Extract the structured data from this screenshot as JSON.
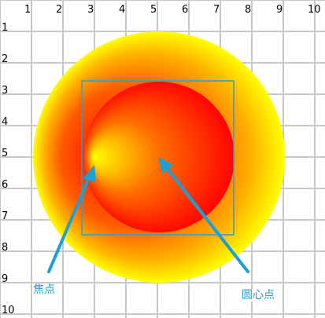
{
  "grid": {
    "x_numbers": [
      "1",
      "2",
      "3",
      "4",
      "5",
      "6",
      "7",
      "8",
      "9",
      "10"
    ],
    "y_numbers": [
      "1",
      "2",
      "3",
      "4",
      "5",
      "6",
      "7",
      "8",
      "9",
      "10"
    ]
  },
  "labels": {
    "focal_point": "焦点",
    "center_point": "圆心点"
  },
  "colors": {
    "gradient_inner": "#ffff00",
    "gradient_outer": "#ff0000",
    "frame": "#2e9fc9",
    "arrow": "#1ba0d6",
    "grid": "#c8c8c8"
  }
}
